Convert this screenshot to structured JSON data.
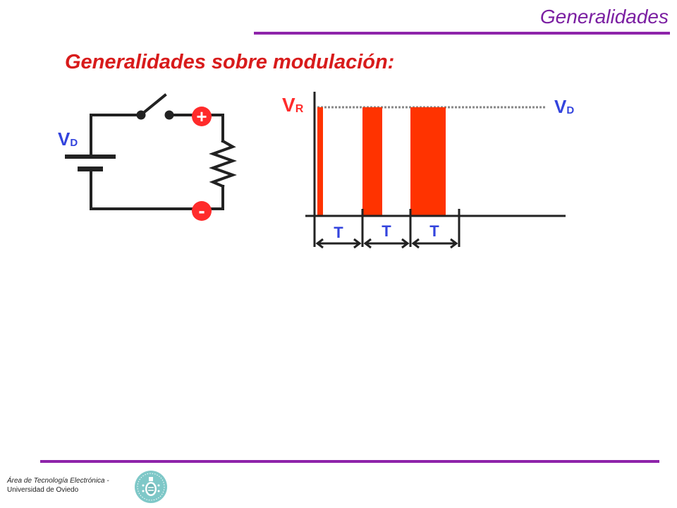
{
  "header": {
    "section_title": "Generalidades"
  },
  "slide": {
    "title": "Generalidades sobre modulación:"
  },
  "circuit": {
    "source_label_main": "V",
    "source_label_sub": "D",
    "plus_terminal": "+",
    "minus_terminal": "-"
  },
  "waveform": {
    "vr_label_main": "V",
    "vr_label_sub": "R",
    "vd_label_main": "V",
    "vd_label_sub": "D",
    "period_labels": [
      "T",
      "T",
      "T"
    ],
    "pulse_color": "#ff3300",
    "reference_line_color": "#888888"
  },
  "footer": {
    "institution_line1": "Área de Tecnología Electrónica -",
    "institution_line2": "Universidad de Oviedo"
  },
  "colors": {
    "accent_purple": "#8e24aa",
    "title_red": "#d81b1b",
    "label_blue": "#3344dd",
    "terminal_red": "#ff2b2b"
  },
  "icons": {
    "seal": "university-seal-icon"
  }
}
